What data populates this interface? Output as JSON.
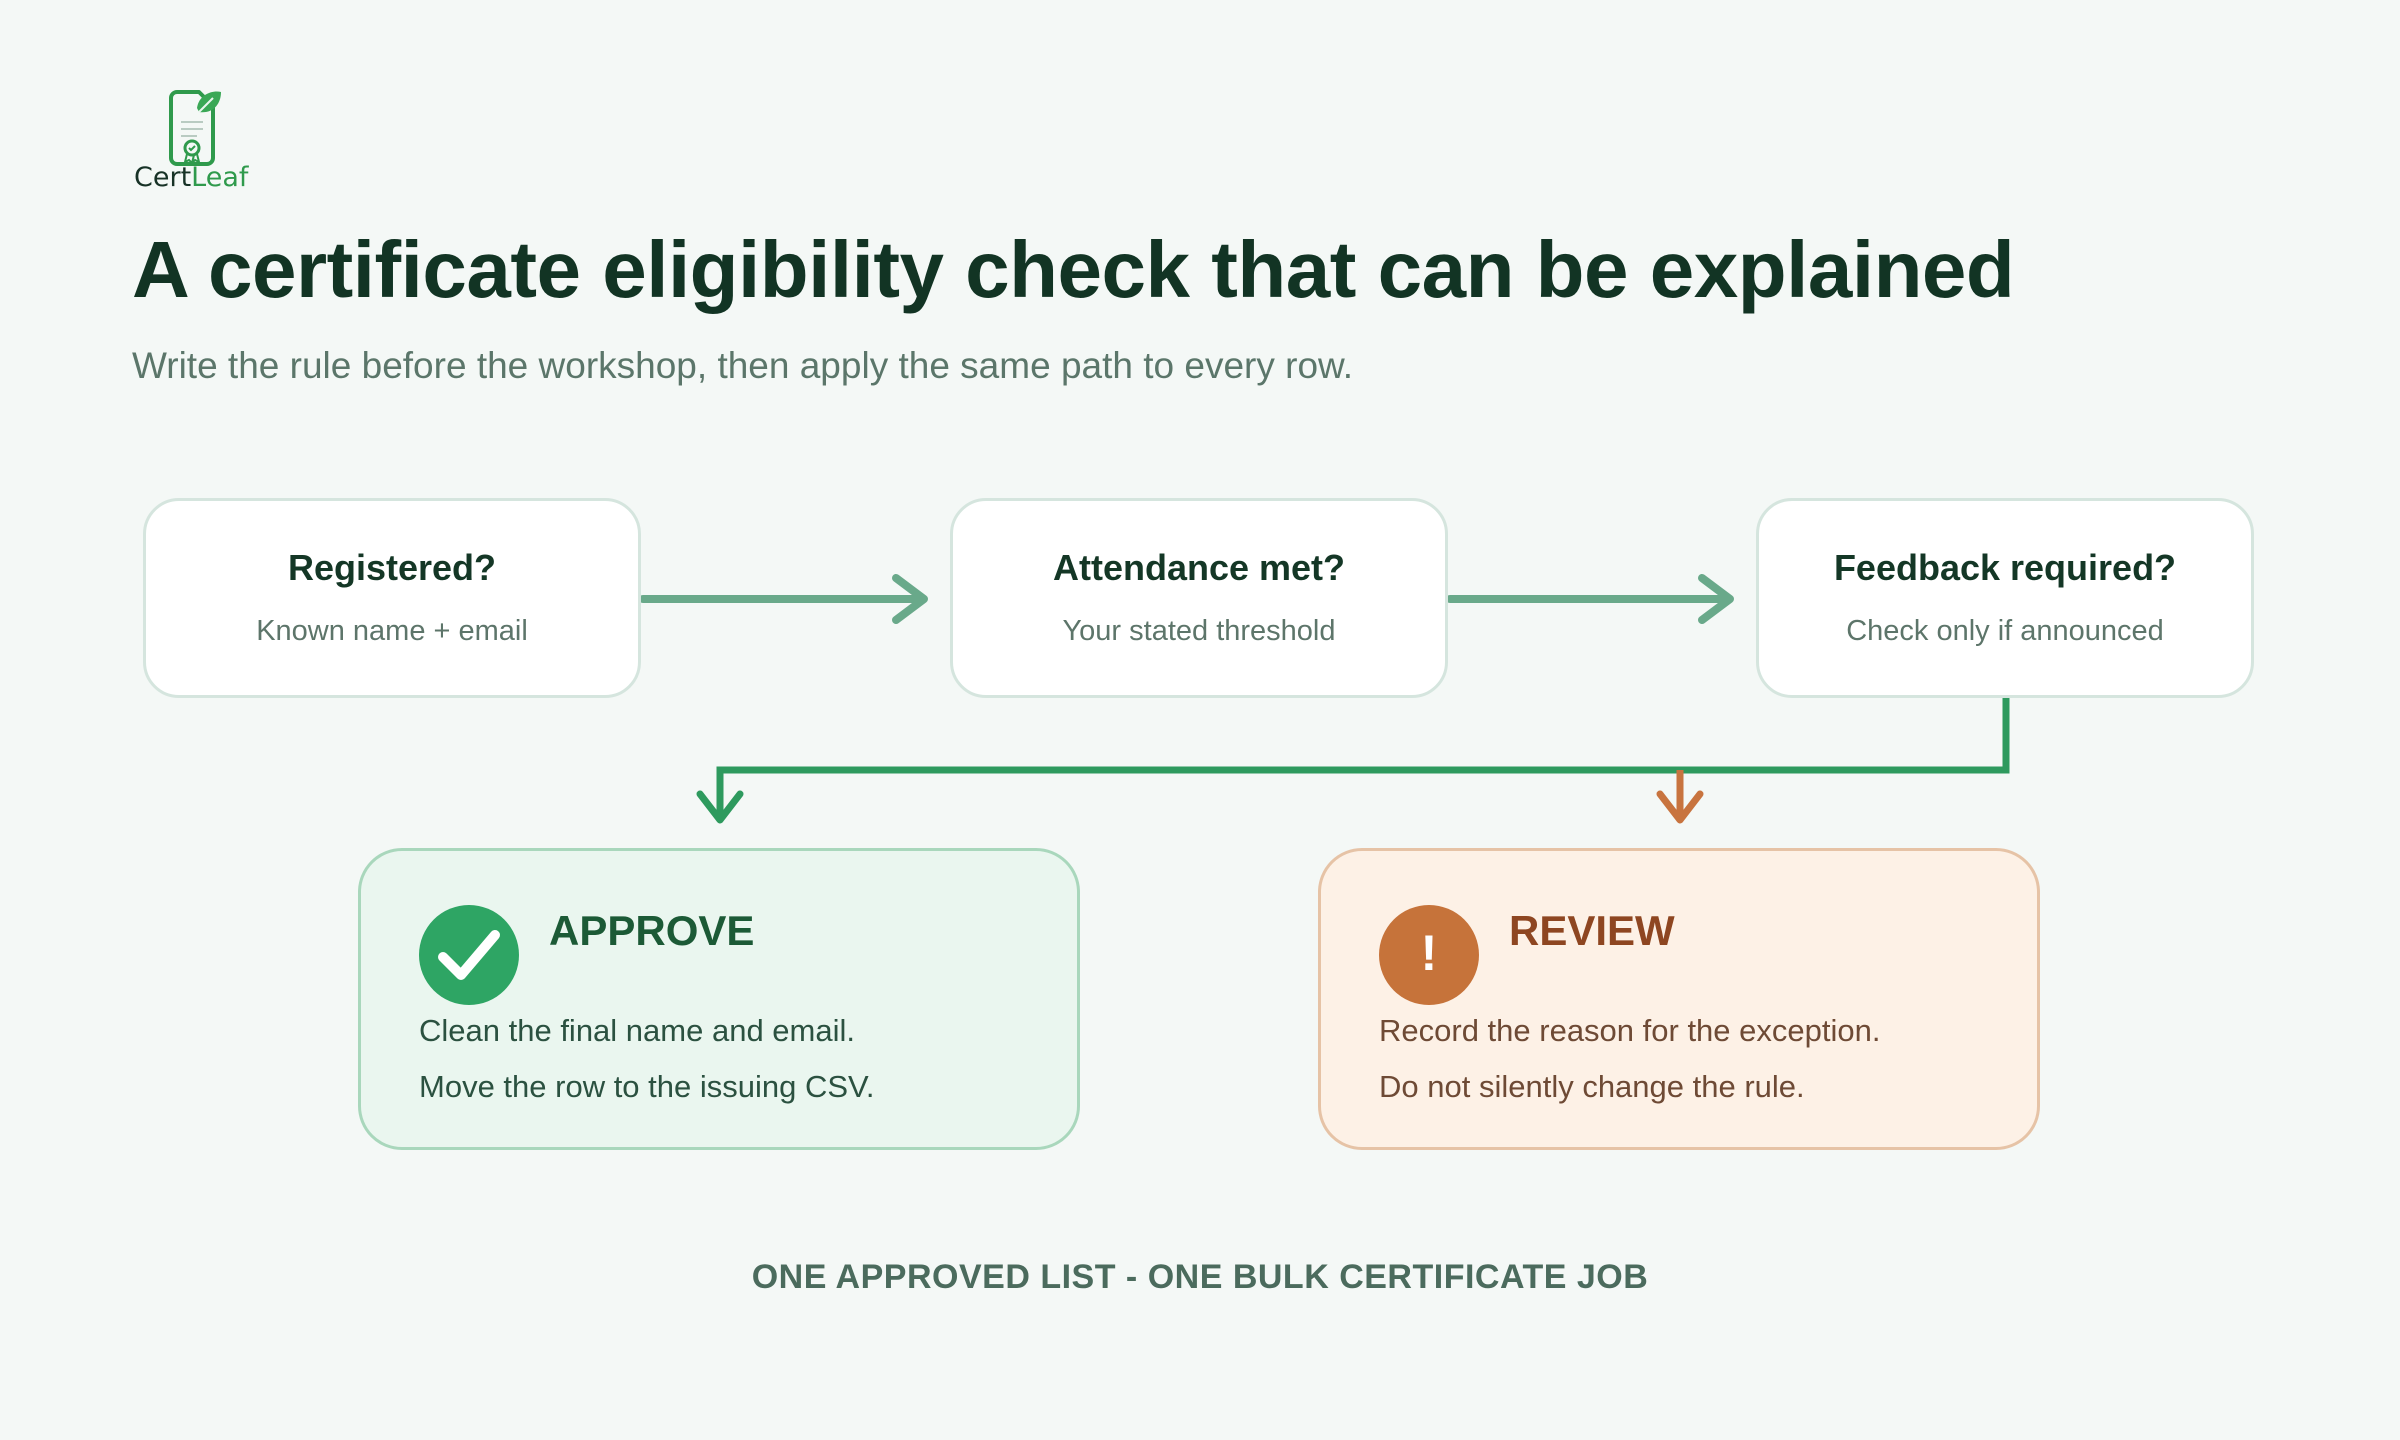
{
  "brand": {
    "name_part1": "Cert",
    "name_part2": "Leaf",
    "icon": "certificate-leaf-icon"
  },
  "heading": {
    "title": "A certificate eligibility check that can be explained",
    "subtitle": "Write the rule before the workshop, then apply the same path to every row."
  },
  "steps": [
    {
      "title": "Registered?",
      "subtitle": "Known name + email"
    },
    {
      "title": "Attendance met?",
      "subtitle": "Your stated threshold"
    },
    {
      "title": "Feedback required?",
      "subtitle": "Check only if announced"
    }
  ],
  "outcomes": {
    "approve": {
      "title": "APPROVE",
      "icon": "checkmark-icon",
      "lines": [
        "Clean the final name and email.",
        "Move the row to the issuing CSV."
      ]
    },
    "review": {
      "title": "REVIEW",
      "icon": "exclamation-icon",
      "badge_symbol": "!",
      "lines": [
        "Record the reason for the exception.",
        "Do not silently change the rule."
      ]
    }
  },
  "footer": "ONE APPROVED LIST - ONE BULK CERTIFICATE JOB",
  "colors": {
    "approve_accent": "#2ea564",
    "review_accent": "#c6733a",
    "flow_arrow": "#69a98a",
    "branch_green": "#2e9a5e",
    "branch_orange": "#c8743f",
    "title_text": "#123424"
  }
}
